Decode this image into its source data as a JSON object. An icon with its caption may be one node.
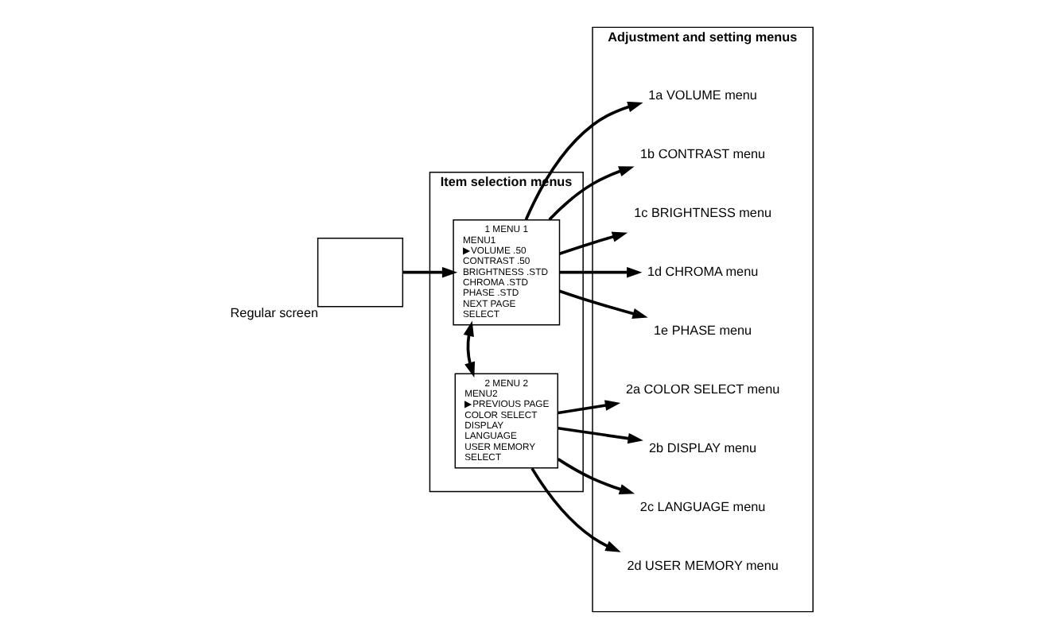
{
  "diagram": {
    "nodes": [
      {
        "text": [
          "Regular screen"
        ]
      },
      {
        "text": [
          "Item selection menus"
        ]
      },
      {
        "text": [
          "Adjustment and setting menus"
        ]
      },
      {
        "text": [
          "1 MENU 1",
          "MENU1",
          "▶VOLUME .50",
          "CONTRAST .50",
          "BRIGHTNESS .STD",
          "CHROMA .STD",
          "PHASE .STD",
          "NEXT PAGE",
          "SELECT"
        ],
        "in": 1
      },
      {
        "text": [
          "2 MENU 2",
          "MENU2",
          "▶PREVIOUS PAGE",
          "COLOR SELECT",
          "DISPLAY",
          "LANGUAGE",
          "USER MEMORY",
          "SELECT"
        ],
        "in": 1
      },
      {
        "text": [
          "1a VOLUME menu"
        ],
        "in": 2
      },
      {
        "text": [
          "1b CONTRAST menu"
        ],
        "in": 2
      },
      {
        "text": [
          "1c BRIGHTNESS menu"
        ],
        "in": 2
      },
      {
        "text": [
          "1d CHROMA menu"
        ],
        "in": 2
      },
      {
        "text": [
          "1e PHASE menu"
        ],
        "in": 2
      },
      {
        "text": [
          "2a COLOR SELECT menu"
        ],
        "in": 2
      },
      {
        "text": [
          "2b DISPLAY menu"
        ],
        "in": 2
      },
      {
        "text": [
          "2c LANGUAGE menu"
        ],
        "in": 2
      },
      {
        "text": [
          "2d USER MEMORY menu"
        ],
        "in": 2
      }
    ],
    "edges": [
      {
        "from": 0,
        "to": 3,
        "arrow": "to"
      },
      {
        "from": 3,
        "to": 4,
        "arrow": "both"
      },
      {
        "from": 3,
        "to": 5,
        "arrow": "to"
      },
      {
        "from": 3,
        "to": 6,
        "arrow": "to"
      },
      {
        "from": 3,
        "to": 7,
        "arrow": "to"
      },
      {
        "from": 3,
        "to": 8,
        "arrow": "to"
      },
      {
        "from": 3,
        "to": 9,
        "arrow": "to"
      },
      {
        "from": 4,
        "to": 10,
        "arrow": "to"
      },
      {
        "from": 4,
        "to": 11,
        "arrow": "to"
      },
      {
        "from": 4,
        "to": 12,
        "arrow": "to"
      },
      {
        "from": 4,
        "to": 13,
        "arrow": "to"
      }
    ]
  }
}
